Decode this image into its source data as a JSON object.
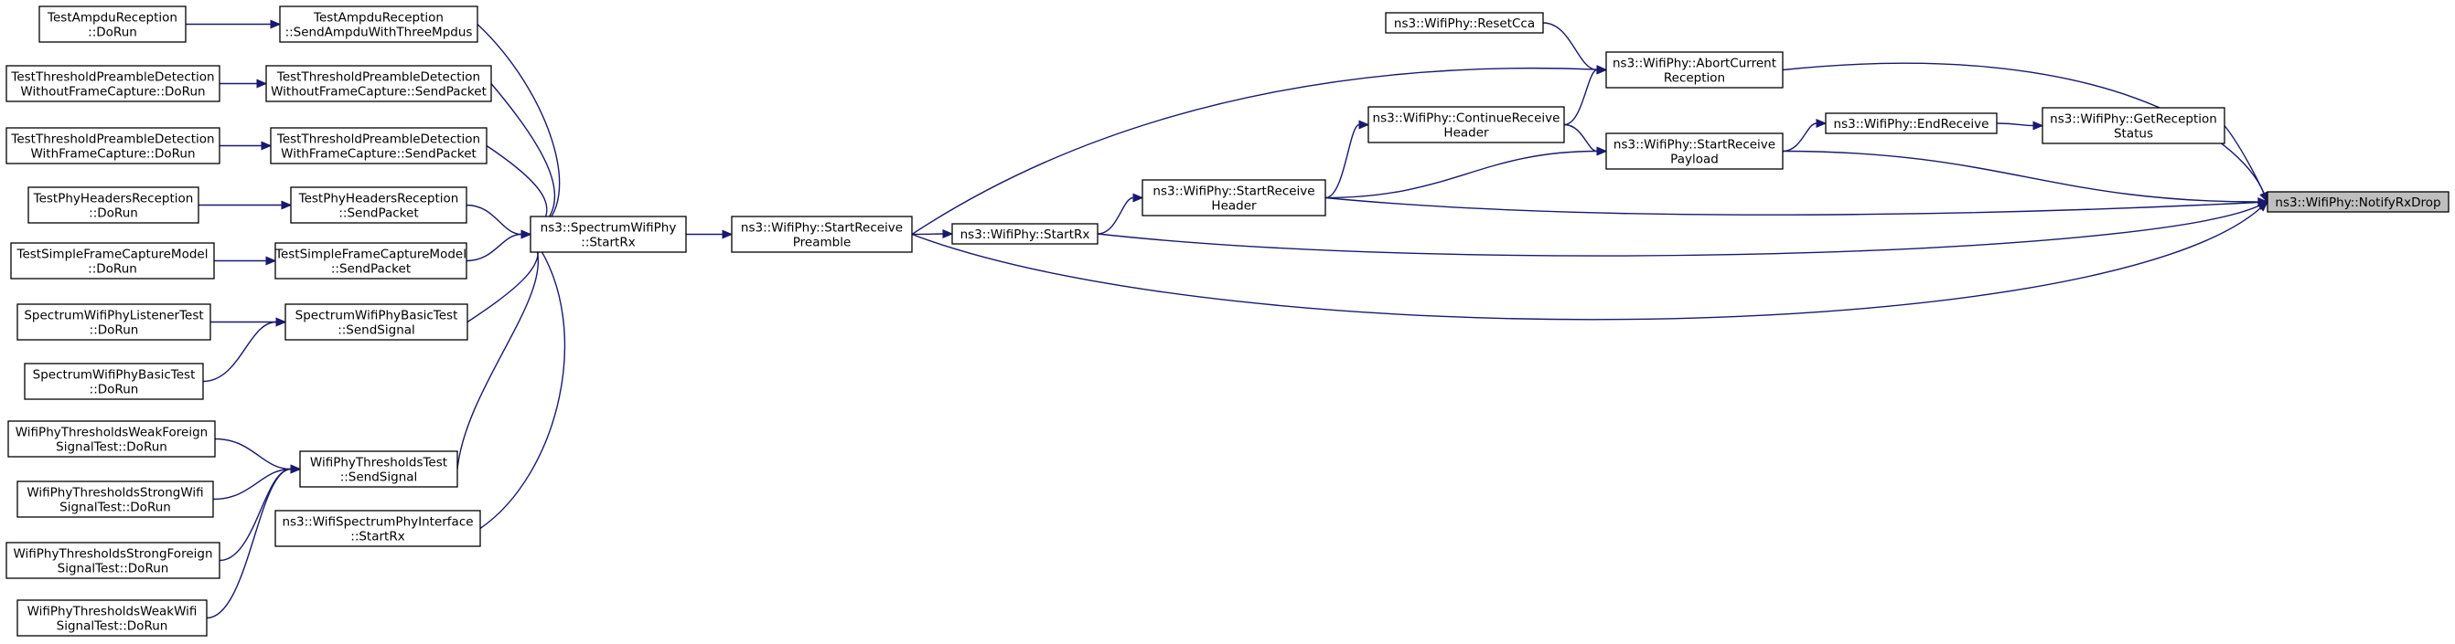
{
  "graph": {
    "nodes": [
      {
        "id": "n0",
        "lines": [
          "TestAmpduReception",
          "::DoRun"
        ]
      },
      {
        "id": "n1",
        "lines": [
          "TestAmpduReception",
          "::SendAmpduWithThreeMpdus"
        ]
      },
      {
        "id": "n2",
        "lines": [
          "TestThresholdPreambleDetection",
          "WithoutFrameCapture::DoRun"
        ]
      },
      {
        "id": "n3",
        "lines": [
          "TestThresholdPreambleDetection",
          "WithoutFrameCapture::SendPacket"
        ]
      },
      {
        "id": "n4",
        "lines": [
          "TestThresholdPreambleDetection",
          "WithFrameCapture::DoRun"
        ]
      },
      {
        "id": "n5",
        "lines": [
          "TestThresholdPreambleDetection",
          "WithFrameCapture::SendPacket"
        ]
      },
      {
        "id": "n6",
        "lines": [
          "TestPhyHeadersReception",
          "::DoRun"
        ]
      },
      {
        "id": "n7",
        "lines": [
          "TestPhyHeadersReception",
          "::SendPacket"
        ]
      },
      {
        "id": "n8",
        "lines": [
          "TestSimpleFrameCaptureModel",
          "::DoRun"
        ]
      },
      {
        "id": "n9",
        "lines": [
          "TestSimpleFrameCaptureModel",
          "::SendPacket"
        ]
      },
      {
        "id": "n10",
        "lines": [
          "SpectrumWifiPhyListenerTest",
          "::DoRun"
        ]
      },
      {
        "id": "n11",
        "lines": [
          "SpectrumWifiPhyBasicTest",
          "::SendSignal"
        ]
      },
      {
        "id": "n12",
        "lines": [
          "SpectrumWifiPhyBasicTest",
          "::DoRun"
        ]
      },
      {
        "id": "n13",
        "lines": [
          "WifiPhyThresholdsWeakForeign",
          "SignalTest::DoRun"
        ]
      },
      {
        "id": "n14",
        "lines": [
          "WifiPhyThresholdsTest",
          "::SendSignal"
        ]
      },
      {
        "id": "n15",
        "lines": [
          "WifiPhyThresholdsStrongWifi",
          "SignalTest::DoRun"
        ]
      },
      {
        "id": "n16",
        "lines": [
          "WifiPhyThresholdsStrongForeign",
          "SignalTest::DoRun"
        ]
      },
      {
        "id": "n17",
        "lines": [
          "WifiPhyThresholdsWeakWifi",
          "SignalTest::DoRun"
        ]
      },
      {
        "id": "n18",
        "lines": [
          "ns3::WifiSpectrumPhyInterface",
          "::StartRx"
        ]
      },
      {
        "id": "n19",
        "lines": [
          "ns3::SpectrumWifiPhy",
          "::StartRx"
        ]
      },
      {
        "id": "n20",
        "lines": [
          "ns3::WifiPhy::StartReceive",
          "Preamble"
        ]
      },
      {
        "id": "n21",
        "lines": [
          "ns3::WifiPhy::StartRx"
        ]
      },
      {
        "id": "n22",
        "lines": [
          "ns3::WifiPhy::StartReceive",
          "Header"
        ]
      },
      {
        "id": "n23",
        "lines": [
          "ns3::WifiPhy::ContinueReceive",
          "Header"
        ]
      },
      {
        "id": "n24",
        "lines": [
          "ns3::WifiPhy::ResetCca"
        ]
      },
      {
        "id": "n25",
        "lines": [
          "ns3::WifiPhy::AbortCurrent",
          "Reception"
        ]
      },
      {
        "id": "n26",
        "lines": [
          "ns3::WifiPhy::StartReceive",
          "Payload"
        ]
      },
      {
        "id": "n27",
        "lines": [
          "ns3::WifiPhy::EndReceive"
        ]
      },
      {
        "id": "n28",
        "lines": [
          "ns3::WifiPhy::GetReception",
          "Status"
        ]
      },
      {
        "id": "n29",
        "lines": [
          "ns3::WifiPhy::NotifyRxDrop"
        ],
        "highlight": true
      }
    ],
    "edges": [
      {
        "from": "n0",
        "to": "n1"
      },
      {
        "from": "n1",
        "to": "n19"
      },
      {
        "from": "n2",
        "to": "n3"
      },
      {
        "from": "n3",
        "to": "n19"
      },
      {
        "from": "n4",
        "to": "n5"
      },
      {
        "from": "n5",
        "to": "n19"
      },
      {
        "from": "n6",
        "to": "n7"
      },
      {
        "from": "n7",
        "to": "n19"
      },
      {
        "from": "n8",
        "to": "n9"
      },
      {
        "from": "n9",
        "to": "n19"
      },
      {
        "from": "n10",
        "to": "n11"
      },
      {
        "from": "n12",
        "to": "n11"
      },
      {
        "from": "n11",
        "to": "n19"
      },
      {
        "from": "n13",
        "to": "n14"
      },
      {
        "from": "n15",
        "to": "n14"
      },
      {
        "from": "n16",
        "to": "n14"
      },
      {
        "from": "n17",
        "to": "n14"
      },
      {
        "from": "n14",
        "to": "n19"
      },
      {
        "from": "n18",
        "to": "n19"
      },
      {
        "from": "n19",
        "to": "n20"
      },
      {
        "from": "n20",
        "to": "n21"
      },
      {
        "from": "n20",
        "to": "n25"
      },
      {
        "from": "n20",
        "to": "n29"
      },
      {
        "from": "n21",
        "to": "n22"
      },
      {
        "from": "n21",
        "to": "n29"
      },
      {
        "from": "n22",
        "to": "n23"
      },
      {
        "from": "n22",
        "to": "n26"
      },
      {
        "from": "n22",
        "to": "n29"
      },
      {
        "from": "n23",
        "to": "n25"
      },
      {
        "from": "n23",
        "to": "n26"
      },
      {
        "from": "n24",
        "to": "n25"
      },
      {
        "from": "n25",
        "to": "n29"
      },
      {
        "from": "n26",
        "to": "n27"
      },
      {
        "from": "n26",
        "to": "n29"
      },
      {
        "from": "n27",
        "to": "n28"
      },
      {
        "from": "n28",
        "to": "n29"
      }
    ]
  }
}
